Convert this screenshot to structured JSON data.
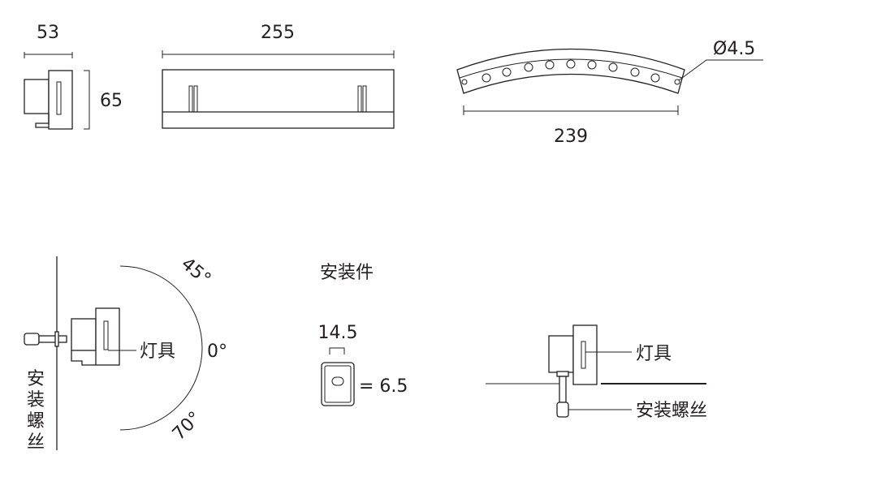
{
  "dimensions": {
    "width_53": "53",
    "height_65": "65",
    "length_255": "255",
    "arc_239": "239",
    "hole_diameter": "Ø4.5"
  },
  "angles": {
    "up": "45°",
    "mid": "0°",
    "down": "70°"
  },
  "labels": {
    "fixture": "灯具",
    "mount_screw": "安装螺丝",
    "mount_screw_vertical": [
      "安",
      "装",
      "螺",
      "丝"
    ],
    "bracket": "安装件",
    "fixture_right": "灯具",
    "mount_screw_right": "安装螺丝"
  },
  "bracket": {
    "width": "14.5",
    "slot": "= 6.5"
  }
}
